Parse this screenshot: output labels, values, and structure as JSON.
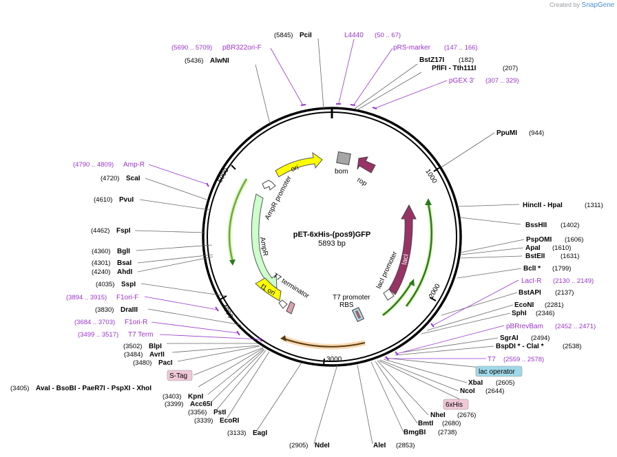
{
  "app": {
    "watermark_small": "Created by",
    "watermark_brand": "SnapGene"
  },
  "plasmid": {
    "name": "pET-6xHis-(pos9)GFP",
    "length": "5893 bp"
  },
  "ticks": [
    "1000",
    "2000",
    "3000",
    "4000",
    "5000"
  ],
  "features": {
    "ori": "ori",
    "bom": "bom",
    "rop": "rop",
    "ampr_promoter": "AmpR promoter",
    "ampr": "AmpR",
    "laci": "lacI",
    "laci_promoter": "lacI promoter",
    "t7_promoter": "T7 promoter",
    "rbs": "RBS",
    "t7_terminator": "T7 terminator",
    "f1_ori": "f1 ori"
  },
  "sites": [
    {
      "pos": "(5845)",
      "name": "PciI"
    },
    {
      "pos": "(5436)",
      "name": "AlwNI"
    },
    {
      "pos": "(182)",
      "name": "BstZ17I"
    },
    {
      "pos": "(207)",
      "name": "PflFI  -  Tth111I"
    },
    {
      "pos": "(944)",
      "name": "PpuMI"
    },
    {
      "pos": "(1311)",
      "name": "HincII  -  HpaI"
    },
    {
      "pos": "(1402)",
      "name": "BssHII"
    },
    {
      "pos": "(1606)",
      "name": "PspOMI"
    },
    {
      "pos": "(1610)",
      "name": "ApaI"
    },
    {
      "pos": "(1631)",
      "name": "BstEII"
    },
    {
      "pos": "(1799)",
      "name": "BclI  *"
    },
    {
      "pos": "(2137)",
      "name": "BstAPI"
    },
    {
      "pos": "(2281)",
      "name": "EcoNI"
    },
    {
      "pos": "(2346)",
      "name": "SphI"
    },
    {
      "pos": "(2494)",
      "name": "SgrAI"
    },
    {
      "pos": "(2538)",
      "name": "BspDI  *  -  ClaI  *"
    },
    {
      "pos": "(2605)",
      "name": "XbaI"
    },
    {
      "pos": "(2644)",
      "name": "NcoI"
    },
    {
      "pos": "(2676)",
      "name": "NheI"
    },
    {
      "pos": "(2680)",
      "name": "BmtI"
    },
    {
      "pos": "(2738)",
      "name": "BmgBI"
    },
    {
      "pos": "(2853)",
      "name": "AleI"
    },
    {
      "pos": "(2905)",
      "name": "NdeI"
    },
    {
      "pos": "(3133)",
      "name": "EagI"
    },
    {
      "pos": "(3339)",
      "name": "EcoRI"
    },
    {
      "pos": "(3356)",
      "name": "PstI"
    },
    {
      "pos": "(3399)",
      "name": "Acc65I"
    },
    {
      "pos": "(3403)",
      "name": "KpnI"
    },
    {
      "pos": "(3405)",
      "name": "AvaI  -  BsoBI  -  PaeR7I  -  PspXI  -  XhoI"
    },
    {
      "pos": "(3480)",
      "name": "PacI"
    },
    {
      "pos": "(3484)",
      "name": "AvrII"
    },
    {
      "pos": "(3502)",
      "name": "BlpI"
    },
    {
      "pos": "(3830)",
      "name": "DraIII"
    },
    {
      "pos": "(4035)",
      "name": "SspI"
    },
    {
      "pos": "(4240)",
      "name": "AhdI"
    },
    {
      "pos": "(4301)",
      "name": "BsaI"
    },
    {
      "pos": "(4360)",
      "name": "BglI"
    },
    {
      "pos": "(4462)",
      "name": "FspI"
    },
    {
      "pos": "(4610)",
      "name": "PvuI"
    },
    {
      "pos": "(4720)",
      "name": "ScaI"
    }
  ],
  "primers": [
    {
      "name": "L4440",
      "range": "(50 .. 67)"
    },
    {
      "name": "pRS-marker",
      "range": "(147 .. 166)"
    },
    {
      "name": "pGEX 3'",
      "range": "(307 .. 329)"
    },
    {
      "name": "pBR322ori-F",
      "range": "(5690 .. 5709)"
    },
    {
      "name": "Amp-R",
      "range": "(4790 .. 4809)"
    },
    {
      "name": "F1ori-F",
      "range": "(3894 .. 3915)"
    },
    {
      "name": "F1ori-R",
      "range": "(3684 .. 3703)"
    },
    {
      "name": "T7 Term",
      "range": "(3499 .. 3517)"
    },
    {
      "name": "LacI-R",
      "range": "(2130 .. 2149)"
    },
    {
      "name": "pBRrevBam",
      "range": "(2452 .. 2471)"
    },
    {
      "name": "T7",
      "range": "(2559 .. 2578)"
    }
  ],
  "boxed": [
    {
      "name": "S-Tag"
    },
    {
      "name": "lac operator"
    },
    {
      "name": "6xHis"
    }
  ],
  "colors": {
    "ori": "#ffff00",
    "ampr": "#ccffcc",
    "laci": "#993366",
    "rop": "#993366",
    "bom": "#a6a6a6",
    "gfp_band": "#e8a040",
    "primer": "#9933cc",
    "s_tag": "#f0c8d8",
    "lac_operator": "#a0d8e8",
    "sixhis": "#f0c8d8",
    "arc_green": "#2a7a1a"
  }
}
